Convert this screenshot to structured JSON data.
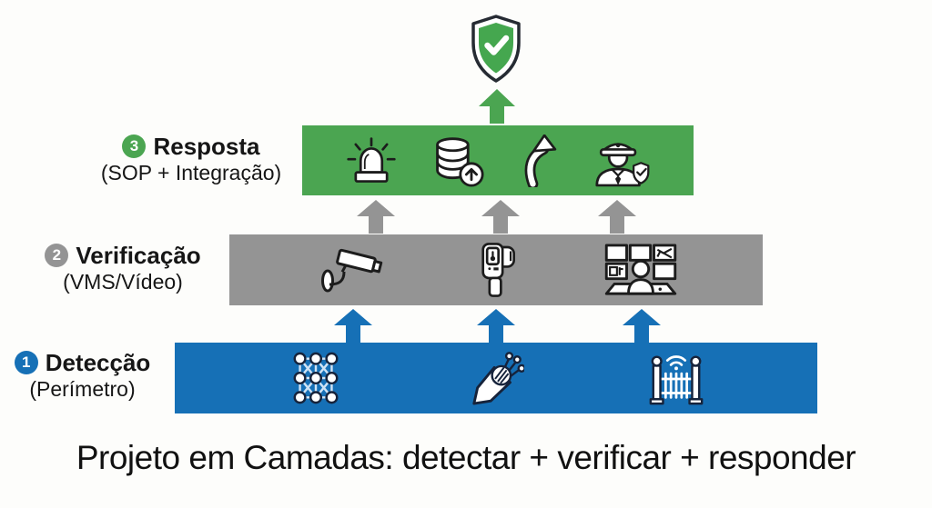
{
  "caption": "Projeto em Camadas: detectar + verificar + responder",
  "colors": {
    "green": "#4ba551",
    "gray": "#949494",
    "blue": "#1670b6",
    "background": "#fdfdfb",
    "text": "#161616"
  },
  "top_icon": "shield-check-icon",
  "flow_arrows": {
    "to_shield": [
      "green-up-arrow"
    ],
    "gray_to_green": [
      "gray-up-arrow",
      "gray-up-arrow",
      "gray-up-arrow"
    ],
    "blue_to_gray": [
      "blue-up-arrow",
      "blue-up-arrow",
      "blue-up-arrow"
    ]
  },
  "layers": [
    {
      "number": "3",
      "title": "Resposta",
      "subtitle": "(SOP + Integração)",
      "color": "#4ba551",
      "icons": [
        "siren-icon",
        "database-upload-icon",
        "curved-up-arrow-icon",
        "security-officer-icon"
      ]
    },
    {
      "number": "2",
      "title": "Verificação",
      "subtitle": "(VMS/Vídeo)",
      "color": "#949494",
      "icons": [
        "cctv-camera-icon",
        "thermal-camera-icon",
        "video-wall-operator-icon"
      ]
    },
    {
      "number": "1",
      "title": "Detecção",
      "subtitle": "(Perímetro)",
      "color": "#1670b6",
      "icons": [
        "sensor-mesh-icon",
        "fiber-optic-cable-icon",
        "fence-wifi-icon"
      ]
    }
  ]
}
